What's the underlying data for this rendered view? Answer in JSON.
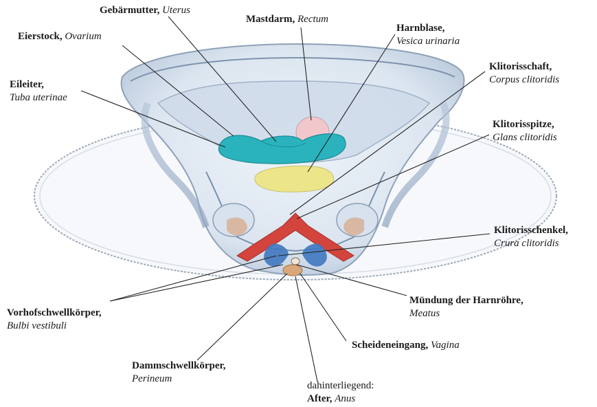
{
  "labels": {
    "uterus": {
      "de": "Gebärmutter,",
      "la": "Uterus"
    },
    "rectum": {
      "de": "Mastdarm,",
      "la": "Rectum"
    },
    "ovarium": {
      "de": "Eierstock,",
      "la": "Ovarium"
    },
    "bladder": {
      "de": "Harnblase,",
      "la": "Vesica urinaria"
    },
    "tuba": {
      "de": "Eileiter,",
      "la": "Tuba uterinae"
    },
    "corpus": {
      "de": "Klitorisschaft,",
      "la": "Corpus clitoridis"
    },
    "glans": {
      "de": "Klitorisspitze,",
      "la": "Glans clitoridis"
    },
    "crura": {
      "de": "Klitorisschenkel,",
      "la": "Crura clitoridis"
    },
    "bulbi": {
      "de": "Vorhofschwellkörper,",
      "la": "Bulbi vestibuli"
    },
    "meatus": {
      "de": "Mündung der Harnröhre,",
      "la": "Meatus"
    },
    "vagina": {
      "de": "Scheideneingang,",
      "la": "Vagina"
    },
    "perineum": {
      "de": "Dammschwellkörper,",
      "la": "Perineum"
    },
    "anus": {
      "note": "dahinterliegend:",
      "de": "After,",
      "la": "Anus"
    }
  },
  "colors": {
    "pelvis_glass": "#c9d6e6",
    "pelvis_edge": "#8a9db5",
    "uterus": "#2ab3bd",
    "rectum": "#f2c7cc",
    "bladder": "#ece58a",
    "clitoris": "#d2443c",
    "bulbi": "#3f78c0",
    "perineum": "#d9a77a",
    "muscle": "#d8b49a"
  }
}
